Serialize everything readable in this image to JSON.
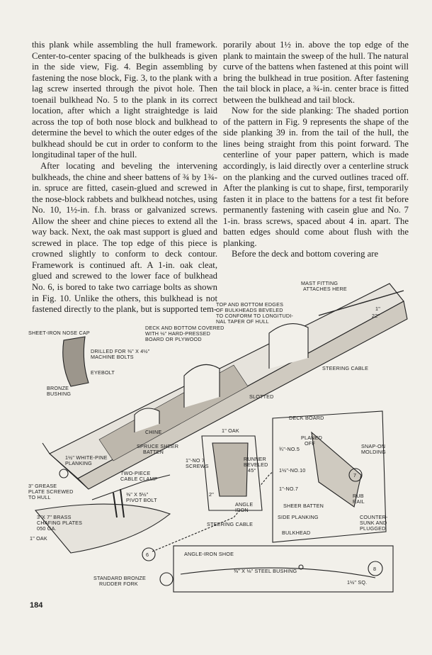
{
  "article": {
    "left_column": [
      "this plank while assembling the hull framework. Center-to-center spacing of the bulkheads is given in the side view, Fig. 4. Begin assembling by fastening the nose block, Fig. 3, to the plank with a lag screw inserted through the pivot hole. Then toenail bulkhead No. 5 to the plank in its correct location, after which a light straightedge is laid across the top of both nose block and bulkhead to determine the bevel to which the outer edges of the bulkhead should be cut in order to conform to the longitudinal taper of the hull.",
      "After locating and beveling the intervening bulkheads, the chine and sheer battens of ¾ by 1¾-in. spruce are fitted, casein-glued and screwed in the nose-block rabbets and bulkhead notches, using No. 10, 1½-in. f.h. brass or galvanized screws. Allow the sheer and chine pieces to extend all the way back. Next, the oak mast support is glued and screwed in place. The top edge of this piece is crowned slightly to conform to deck contour. Framework is continued aft. A 1-in. oak cleat, glued and screwed to the lower face of bulkhead No. 6, is bored to take two carriage bolts as shown in Fig. 10. Unlike the others, this bulkhead is not fastened directly to the plank, but is supported tem-"
    ],
    "right_column": [
      "porarily about 1½ in. above the top edge of the plank to maintain the sweep of the hull. The natural curve of the battens when fastened at this point will bring the bulkhead in true position. After fastening the tail block in place, a ¾-in. center brace is fitted between the bulkhead and tail block.",
      "Now for the side planking: The shaded portion of the pattern in Fig. 9 represents the shape of the side planking 39 in. from the tail of the hull, the lines being straight from this point forward. The centerline of your paper pattern, which is made accordingly, is laid directly over a centerline struck on the planking and the curved outlines traced off. After the planking is cut to shape, first, temporarily fasten it in place to the battens for a test fit before permanently fastening with casein glue and No. 7 1-in. brass screws, spaced about 4 in. apart. The batten edges should come about flush with the planking.",
      "Before the deck and bottom covering are"
    ]
  },
  "figure": {
    "labels": {
      "mast_fitting": [
        "MAST FITTING",
        "ATTACHES HERE"
      ],
      "top_bottom": [
        "TOP AND BOTTOM EDGES",
        "OF BULKHEADS BEVELED",
        "TO CONFORM TO LONGITUDI-",
        "NAL TAPER OF HULL"
      ],
      "angle_22": "22°",
      "dim_1": "1\"",
      "nose_cap": "SHEET-IRON NOSE CAP",
      "deck_covered": [
        "DECK AND BOTTOM COVERED",
        "WITH ⅛\" HARD-PRESSED",
        "BOARD OR PLYWOOD"
      ],
      "drilled": [
        "DRILLED FOR ⅜\" X 4½\"",
        "MACHINE BOLTS"
      ],
      "eyebolt": "EYEBOLT",
      "bronze_bushing": [
        "BRONZE",
        "BUSHING"
      ],
      "steering_cable": "STEERING CABLE",
      "slotted": "SLOTTED",
      "chine": "CHINE",
      "spruce_sheer": [
        "SPRUCE SHEER",
        "BATTEN"
      ],
      "white_pine": [
        "1½\" WHITE-PINE",
        "PLANKING"
      ],
      "grease_plate": [
        "3\" GREASE",
        "PLATE SCREWED",
        "TO HULL"
      ],
      "cable_clamp": [
        "TWO-PIECE",
        "CABLE CLAMP"
      ],
      "pivot_bolt": [
        "⅜\" X 5½\"",
        "PIVOT BOLT"
      ],
      "chafing": [
        "3\"X 7\" BRASS",
        "CHAFING PLATES",
        "050 GA."
      ],
      "oak": "1\" OAK",
      "oak_center": "1\" OAK",
      "screws": [
        "1\"-NO 7",
        "SCREWS"
      ],
      "runner": [
        "RUNNER",
        "BEVELED",
        "45°"
      ],
      "dim_2": "2\"",
      "angle_iron": [
        "ANGLE",
        "IRON"
      ],
      "steering_cable_lower": "STEERING CABLE",
      "rudder_fork": [
        "STANDARD BRONZE",
        "RUDDER FORK"
      ],
      "fig6": "6",
      "deck_board": "DECK BOARD",
      "planed_off": [
        "PLANED",
        "OFF"
      ],
      "no5": "¾\"-NO.5",
      "no10": "1½\"-NO.10",
      "no7": "1\"-NO.7",
      "sheer_batten": "SHEER BATTEN",
      "side_planking": "SIDE PLANKING",
      "bulkhead": "BULKHEAD",
      "snap_on": [
        "SNAP-ON",
        "MOLDING"
      ],
      "fig7": "7",
      "rub_rail": [
        "RUB",
        "RAIL"
      ],
      "countersunk": [
        "COUNTER-",
        "SUNK AND",
        "PLUGGED"
      ],
      "angle_shoe": "ANGLE-IRON SHOE",
      "steel_bushing": "⅜\" X ⅛\" STEEL BUSHING",
      "sq": "1½\" SQ.",
      "fig8": "8"
    }
  },
  "page_number": "184"
}
